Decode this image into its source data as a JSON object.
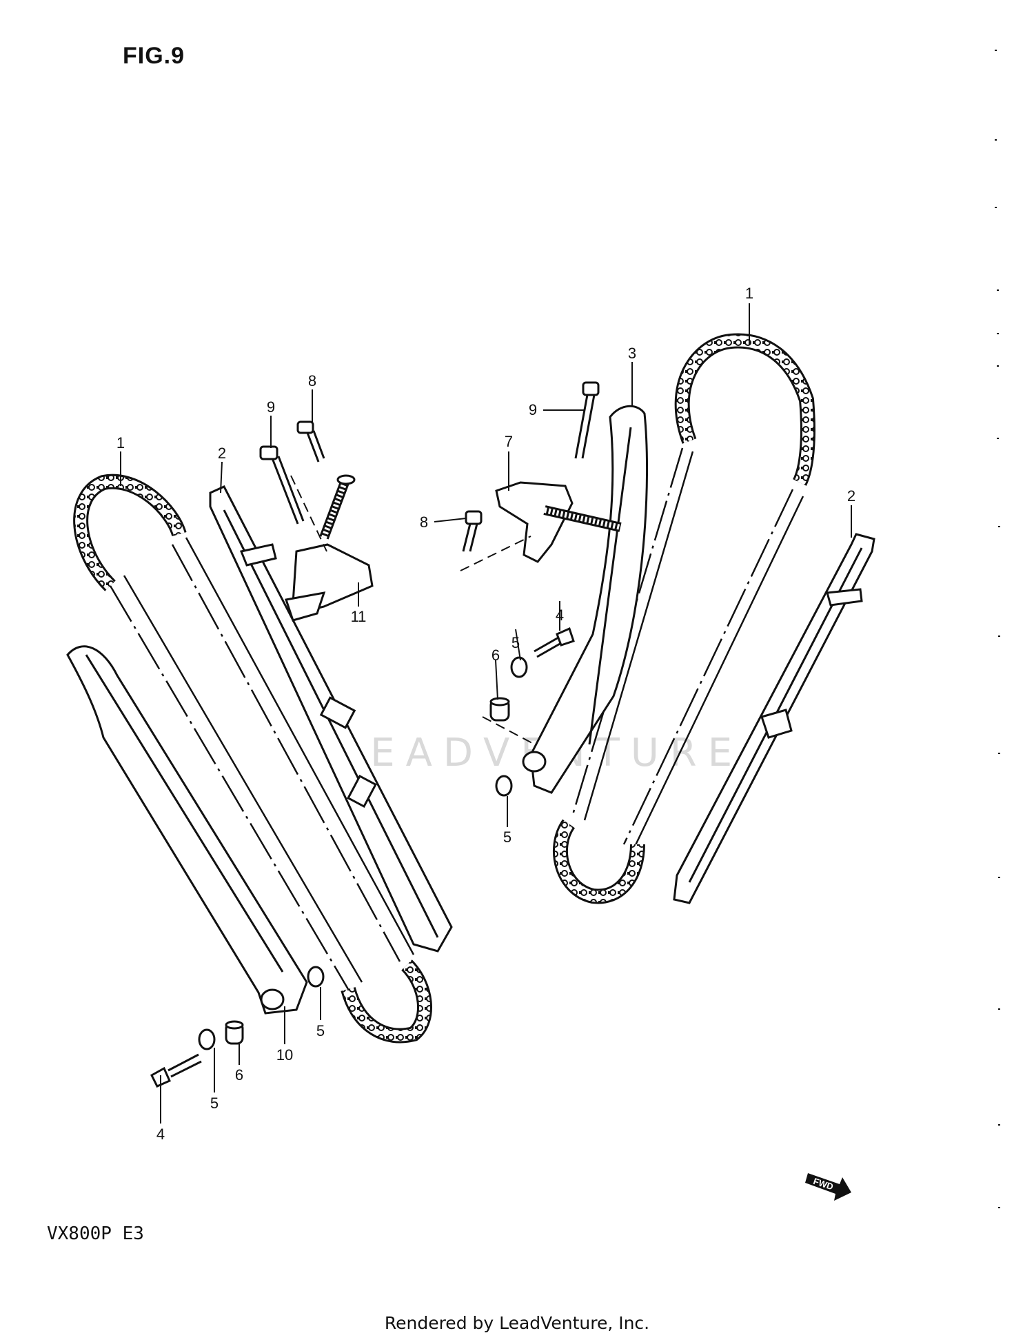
{
  "header": {
    "figure": "FIG.9"
  },
  "callouts": {
    "left_chain": "1",
    "left_guide": "2",
    "left_bolt_9": "9",
    "left_bolt_8": "8",
    "left_tensioner": "11",
    "left_bolt_4": "4",
    "left_washer_5a": "5",
    "left_spacer_6": "6",
    "left_pivot_10": "10",
    "left_washer_5b": "5",
    "right_chain": "1",
    "right_tensioner_3": "3",
    "right_bolt_9": "9",
    "right_adjuster_7": "7",
    "right_bolt_8": "8",
    "right_bolt_4": "4",
    "right_washer_5a": "5",
    "right_spacer_6": "6",
    "right_washer_5b": "5",
    "right_guide_2": "2"
  },
  "fwd_badge": "FWD",
  "watermark": "LEADVENTURE",
  "model": "VX800P E3",
  "footer": "Rendered by LeadVenture, Inc."
}
